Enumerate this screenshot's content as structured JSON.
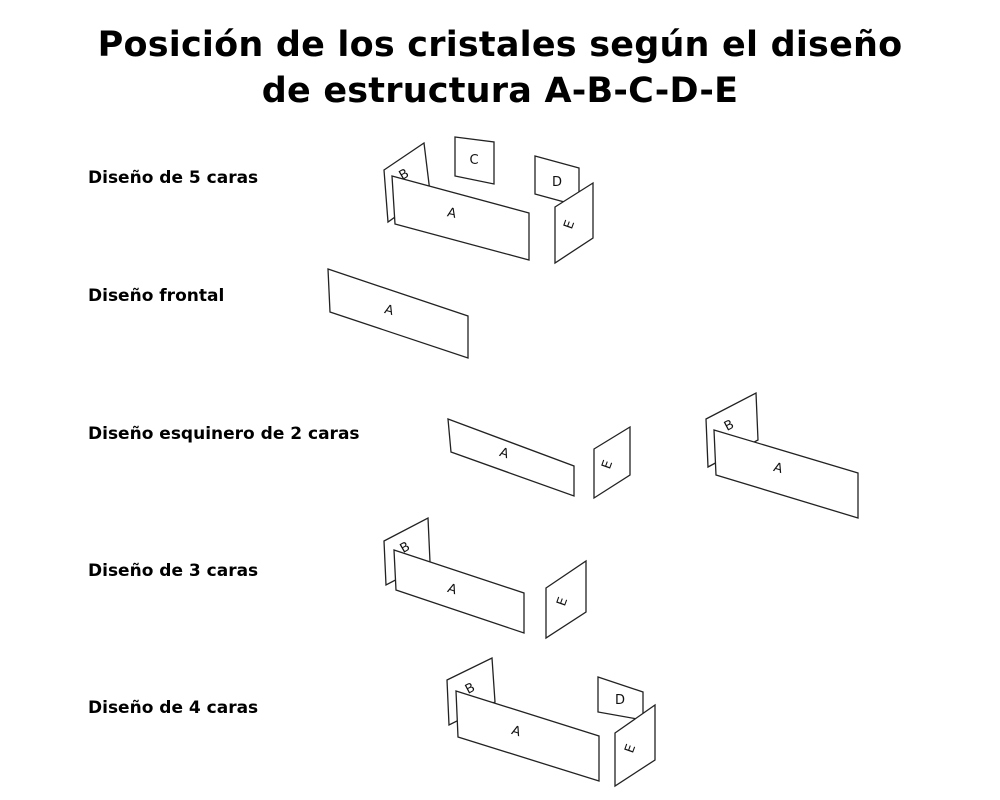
{
  "title": {
    "line1": "Posición de los cristales según el diseño",
    "line2": "de estructura A-B-C-D-E"
  },
  "rows": [
    {
      "label": "Diseño de 5 caras"
    },
    {
      "label": "Diseño frontal"
    },
    {
      "label": "Diseño esquinero de 2 caras"
    },
    {
      "label": "Diseño de 3 caras"
    },
    {
      "label": "Diseño de 4 caras"
    }
  ],
  "panel_letters": {
    "a": "A",
    "b": "B",
    "c": "C",
    "d": "D",
    "e": "E"
  }
}
